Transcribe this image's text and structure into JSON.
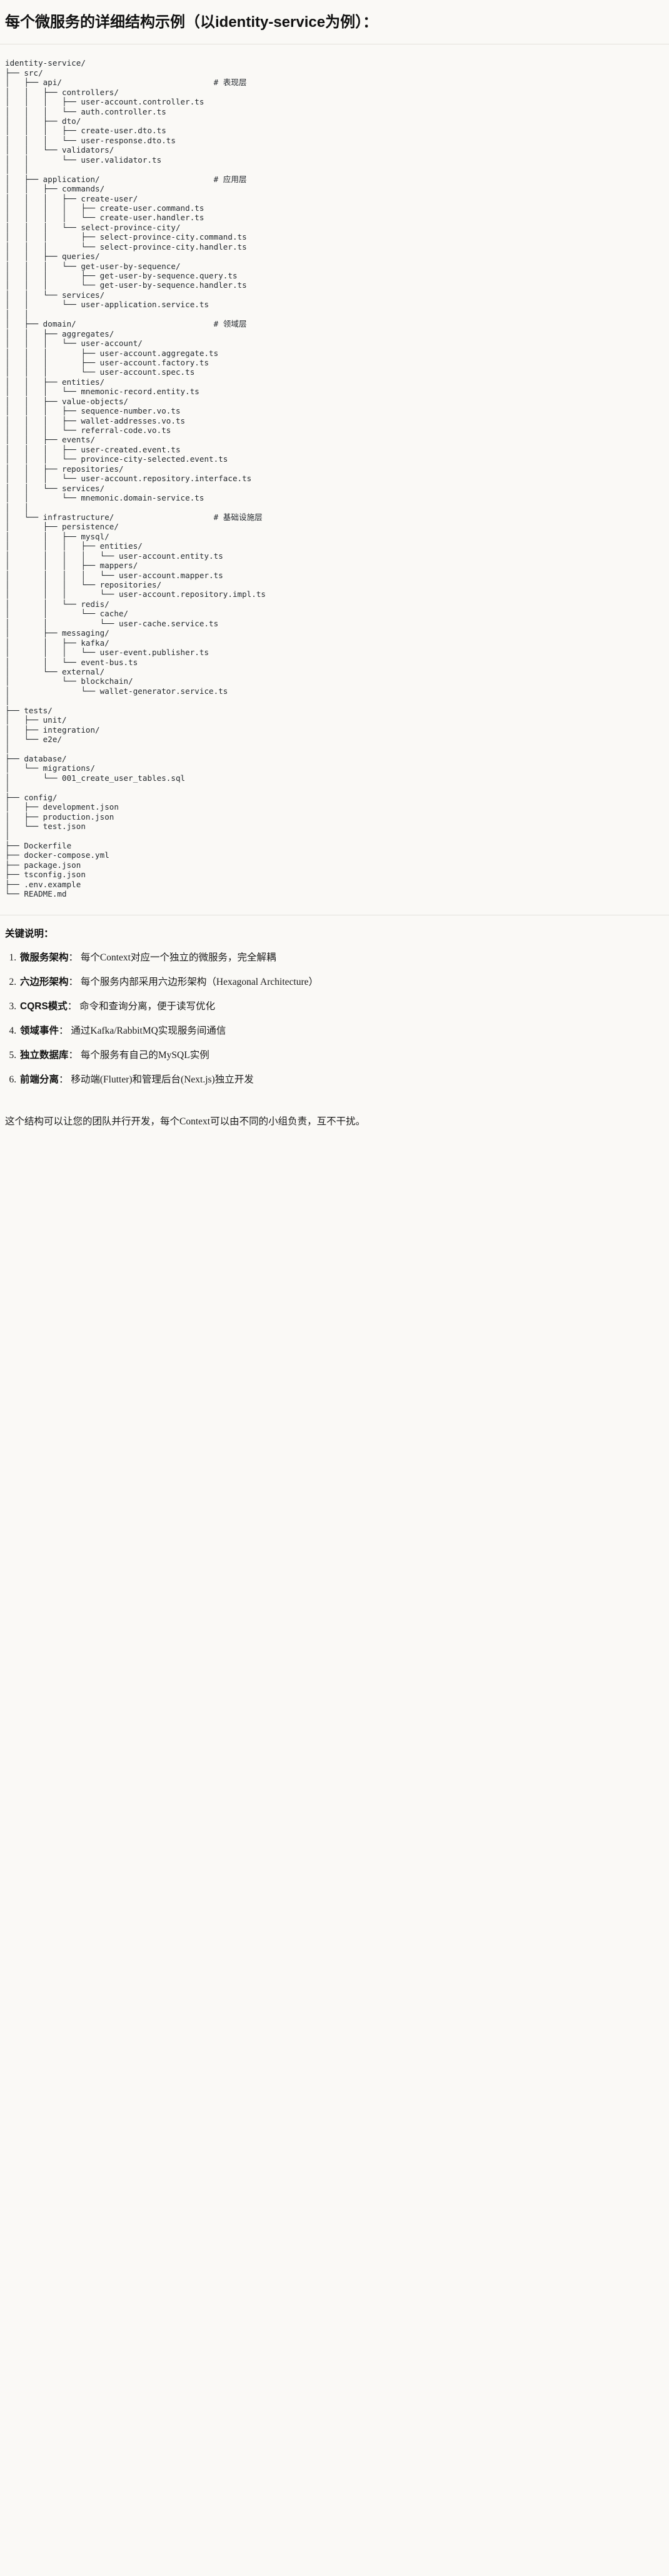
{
  "heading": "每个微服务的详细结构示例（以identity-service为例）：",
  "tree": {
    "comment_column": 44,
    "lines": [
      {
        "text": "identity-service/",
        "comment": ""
      },
      {
        "text": "├── src/",
        "comment": ""
      },
      {
        "text": "│   ├── api/",
        "comment": "# 表现层"
      },
      {
        "text": "│   │   ├── controllers/",
        "comment": ""
      },
      {
        "text": "│   │   │   ├── user-account.controller.ts",
        "comment": ""
      },
      {
        "text": "│   │   │   └── auth.controller.ts",
        "comment": ""
      },
      {
        "text": "│   │   ├── dto/",
        "comment": ""
      },
      {
        "text": "│   │   │   ├── create-user.dto.ts",
        "comment": ""
      },
      {
        "text": "│   │   │   └── user-response.dto.ts",
        "comment": ""
      },
      {
        "text": "│   │   └── validators/",
        "comment": ""
      },
      {
        "text": "│   │       └── user.validator.ts",
        "comment": ""
      },
      {
        "text": "│   │",
        "comment": ""
      },
      {
        "text": "│   ├── application/",
        "comment": "# 应用层"
      },
      {
        "text": "│   │   ├── commands/",
        "comment": ""
      },
      {
        "text": "│   │   │   ├── create-user/",
        "comment": ""
      },
      {
        "text": "│   │   │   │   ├── create-user.command.ts",
        "comment": ""
      },
      {
        "text": "│   │   │   │   └── create-user.handler.ts",
        "comment": ""
      },
      {
        "text": "│   │   │   └── select-province-city/",
        "comment": ""
      },
      {
        "text": "│   │   │       ├── select-province-city.command.ts",
        "comment": ""
      },
      {
        "text": "│   │   │       └── select-province-city.handler.ts",
        "comment": ""
      },
      {
        "text": "│   │   ├── queries/",
        "comment": ""
      },
      {
        "text": "│   │   │   └── get-user-by-sequence/",
        "comment": ""
      },
      {
        "text": "│   │   │       ├── get-user-by-sequence.query.ts",
        "comment": ""
      },
      {
        "text": "│   │   │       └── get-user-by-sequence.handler.ts",
        "comment": ""
      },
      {
        "text": "│   │   └── services/",
        "comment": ""
      },
      {
        "text": "│   │       └── user-application.service.ts",
        "comment": ""
      },
      {
        "text": "│   │",
        "comment": ""
      },
      {
        "text": "│   ├── domain/",
        "comment": "# 领域层"
      },
      {
        "text": "│   │   ├── aggregates/",
        "comment": ""
      },
      {
        "text": "│   │   │   └── user-account/",
        "comment": ""
      },
      {
        "text": "│   │   │       ├── user-account.aggregate.ts",
        "comment": ""
      },
      {
        "text": "│   │   │       ├── user-account.factory.ts",
        "comment": ""
      },
      {
        "text": "│   │   │       └── user-account.spec.ts",
        "comment": ""
      },
      {
        "text": "│   │   ├── entities/",
        "comment": ""
      },
      {
        "text": "│   │   │   └── mnemonic-record.entity.ts",
        "comment": ""
      },
      {
        "text": "│   │   ├── value-objects/",
        "comment": ""
      },
      {
        "text": "│   │   │   ├── sequence-number.vo.ts",
        "comment": ""
      },
      {
        "text": "│   │   │   ├── wallet-addresses.vo.ts",
        "comment": ""
      },
      {
        "text": "│   │   │   └── referral-code.vo.ts",
        "comment": ""
      },
      {
        "text": "│   │   ├── events/",
        "comment": ""
      },
      {
        "text": "│   │   │   ├── user-created.event.ts",
        "comment": ""
      },
      {
        "text": "│   │   │   └── province-city-selected.event.ts",
        "comment": ""
      },
      {
        "text": "│   │   ├── repositories/",
        "comment": ""
      },
      {
        "text": "│   │   │   └── user-account.repository.interface.ts",
        "comment": ""
      },
      {
        "text": "│   │   └── services/",
        "comment": ""
      },
      {
        "text": "│   │       └── mnemonic.domain-service.ts",
        "comment": ""
      },
      {
        "text": "│   │",
        "comment": ""
      },
      {
        "text": "│   └── infrastructure/",
        "comment": "# 基础设施层"
      },
      {
        "text": "│       ├── persistence/",
        "comment": ""
      },
      {
        "text": "│       │   ├── mysql/",
        "comment": ""
      },
      {
        "text": "│       │   │   ├── entities/",
        "comment": ""
      },
      {
        "text": "│       │   │   │   └── user-account.entity.ts",
        "comment": ""
      },
      {
        "text": "│       │   │   ├── mappers/",
        "comment": ""
      },
      {
        "text": "│       │   │   │   └── user-account.mapper.ts",
        "comment": ""
      },
      {
        "text": "│       │   │   └── repositories/",
        "comment": ""
      },
      {
        "text": "│       │   │       └── user-account.repository.impl.ts",
        "comment": ""
      },
      {
        "text": "│       │   └── redis/",
        "comment": ""
      },
      {
        "text": "│       │       └── cache/",
        "comment": ""
      },
      {
        "text": "│       │           └── user-cache.service.ts",
        "comment": ""
      },
      {
        "text": "│       ├── messaging/",
        "comment": ""
      },
      {
        "text": "│       │   ├── kafka/",
        "comment": ""
      },
      {
        "text": "│       │   │   └── user-event.publisher.ts",
        "comment": ""
      },
      {
        "text": "│       │   └── event-bus.ts",
        "comment": ""
      },
      {
        "text": "│       └── external/",
        "comment": ""
      },
      {
        "text": "│           └── blockchain/",
        "comment": ""
      },
      {
        "text": "│               └── wallet-generator.service.ts",
        "comment": ""
      },
      {
        "text": "│",
        "comment": ""
      },
      {
        "text": "├── tests/",
        "comment": ""
      },
      {
        "text": "│   ├── unit/",
        "comment": ""
      },
      {
        "text": "│   ├── integration/",
        "comment": ""
      },
      {
        "text": "│   └── e2e/",
        "comment": ""
      },
      {
        "text": "│",
        "comment": ""
      },
      {
        "text": "├── database/",
        "comment": ""
      },
      {
        "text": "│   └── migrations/",
        "comment": ""
      },
      {
        "text": "│       └── 001_create_user_tables.sql",
        "comment": ""
      },
      {
        "text": "│",
        "comment": ""
      },
      {
        "text": "├── config/",
        "comment": ""
      },
      {
        "text": "│   ├── development.json",
        "comment": ""
      },
      {
        "text": "│   ├── production.json",
        "comment": ""
      },
      {
        "text": "│   └── test.json",
        "comment": ""
      },
      {
        "text": "│",
        "comment": ""
      },
      {
        "text": "├── Dockerfile",
        "comment": ""
      },
      {
        "text": "├── docker-compose.yml",
        "comment": ""
      },
      {
        "text": "├── package.json",
        "comment": ""
      },
      {
        "text": "├── tsconfig.json",
        "comment": ""
      },
      {
        "text": "├── .env.example",
        "comment": ""
      },
      {
        "text": "└── README.md",
        "comment": ""
      }
    ]
  },
  "keys": {
    "title": "关键说明：",
    "items": [
      {
        "term": "微服务架构",
        "sep": "：",
        "desc": "每个Context对应一个独立的微服务，完全解耦"
      },
      {
        "term": "六边形架构",
        "sep": "：",
        "desc": "每个服务内部采用六边形架构（Hexagonal Architecture）"
      },
      {
        "term": "CQRS模式",
        "sep": "：",
        "desc": "命令和查询分离，便于读写优化"
      },
      {
        "term": "领域事件",
        "sep": "：",
        "desc": "通过Kafka/RabbitMQ实现服务间通信"
      },
      {
        "term": "独立数据库",
        "sep": "：",
        "desc": "每个服务有自己的MySQL实例"
      },
      {
        "term": "前端分离",
        "sep": "：",
        "desc": "移动端(Flutter)和管理后台(Next.js)独立开发"
      }
    ]
  },
  "closing": "这个结构可以让您的团队并行开发，每个Context可以由不同的小组负责，互不干扰。"
}
